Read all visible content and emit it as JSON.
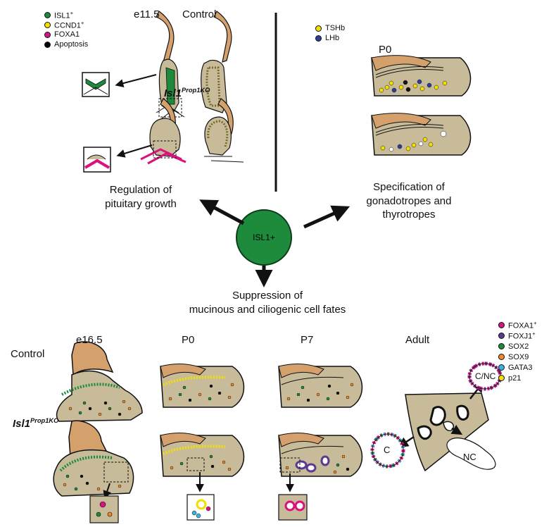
{
  "center_node": {
    "label": "ISL1+",
    "color": "#1d8a3c"
  },
  "top_left": {
    "stage": "e11.5",
    "control_label": "Control",
    "ko_gene": "Isl1",
    "ko_sup": "Prop1KO",
    "caption_line1": "Regulation of",
    "caption_line2": "pituitary growth",
    "legend": [
      {
        "label": "ISL1",
        "sup": "+",
        "color": "#1d8a3c"
      },
      {
        "label": "CCND1",
        "sup": "+",
        "color": "#f2e000"
      },
      {
        "label": "FOXA1",
        "sup": "",
        "color": "#d9127e"
      },
      {
        "label": "Apoptosis",
        "sup": "",
        "color": "#000000"
      }
    ]
  },
  "top_right": {
    "stage": "P0",
    "caption_line1": "Specification of",
    "caption_line2": "gonadotropes and",
    "caption_line3": "thyrotropes",
    "legend": [
      {
        "label": "TSHb",
        "sup": "",
        "color": "#f2e000"
      },
      {
        "label": "LHb",
        "sup": "",
        "color": "#2b3f99"
      }
    ]
  },
  "middle": {
    "caption_line1": "Suppression of",
    "caption_line2": "mucinous and ciliogenic cell fates"
  },
  "bottom": {
    "control_label": "Control",
    "ko_gene": "Isl1",
    "ko_sup": "Prop1KO",
    "stages": [
      "e16.5",
      "P0",
      "P7",
      "Adult"
    ],
    "adult_labels": {
      "cnc": "C/NC",
      "c": "C",
      "nc": "NC"
    },
    "legend": [
      {
        "label": "FOXA1",
        "sup": "+",
        "color": "#d9127e"
      },
      {
        "label": "FOXJ1",
        "sup": "+",
        "color": "#5b3a8f"
      },
      {
        "label": "SOX2",
        "sup": "",
        "color": "#1d8a3c"
      },
      {
        "label": "SOX9",
        "sup": "",
        "color": "#f08a24"
      },
      {
        "label": "GATA3",
        "sup": "",
        "color": "#37b3e0"
      },
      {
        "label": "p21",
        "sup": "",
        "color": "#f2e000"
      }
    ]
  },
  "colors": {
    "tissue": "#c8bb9a",
    "brain": "#d4a06c",
    "outline": "#111111"
  }
}
